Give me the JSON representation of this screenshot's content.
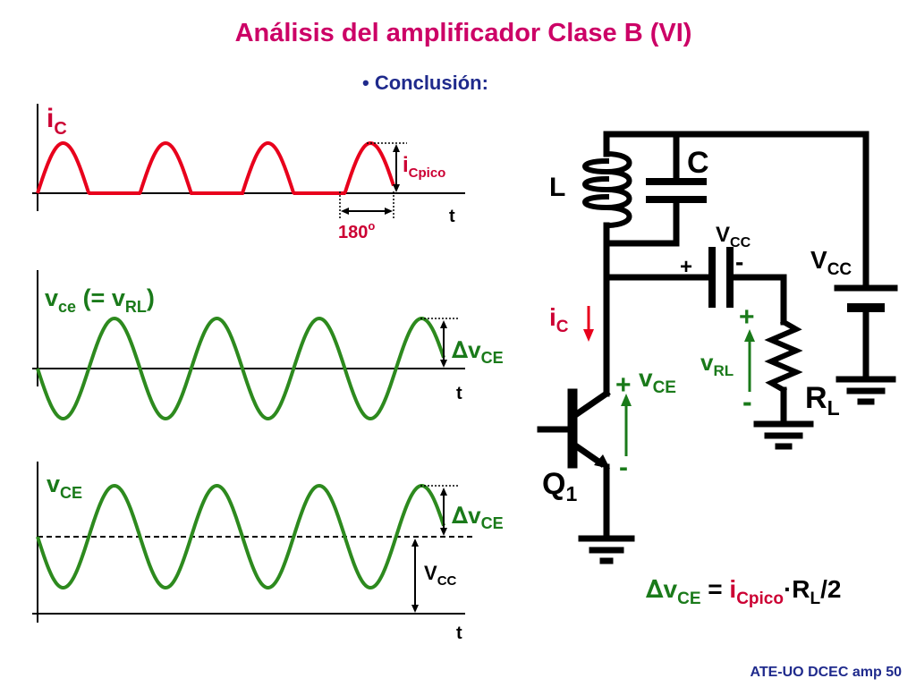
{
  "slide": {
    "title": "Análisis del amplificador Clase B (VI)",
    "bullet": "• Conclusión:",
    "footer": "ATE-UO DCEC amp 50"
  },
  "graph_ic": {
    "label_main": "i",
    "label_sub": "C",
    "peak_main": "i",
    "peak_sub": "Cpico",
    "angle": "180",
    "angle_sup": "o",
    "t": "t"
  },
  "graph_vce_ac": {
    "label_main": "v",
    "label_sub": "ce",
    "label_mid": " (= v",
    "label_sub2": "RL",
    "label_end": ")",
    "delta": "∆",
    "delta_main": "v",
    "delta_sub": "CE",
    "t": "t"
  },
  "graph_vce_dc": {
    "label_main": "v",
    "label_sub": "CE",
    "delta": "∆",
    "delta_main": "v",
    "delta_sub": "CE",
    "vcc_main": "V",
    "vcc_sub": "CC",
    "t": "t"
  },
  "circuit": {
    "inductor": "L",
    "capacitor": "C",
    "cap_vcc_main": "V",
    "cap_vcc_sub": "CC",
    "cap_plus": "+",
    "cap_minus": "-",
    "supply_main": "V",
    "supply_sub": "CC",
    "ic_main": "i",
    "ic_sub": "C",
    "vce_plus": "+",
    "vce_main": "v",
    "vce_sub": "CE",
    "vce_minus": "-",
    "vrl_plus": "+",
    "vrl_main": "v",
    "vrl_sub": "RL",
    "vrl_minus": "-",
    "load_main": "R",
    "load_sub": "L",
    "transistor_main": "Q",
    "transistor_sub": "1"
  },
  "formula": {
    "delta": "∆",
    "v": "v",
    "v_sub": "CE",
    "eq": " = ",
    "i": "i",
    "i_sub": "Cpico",
    "dot_r": "·R",
    "r_sub": "L",
    "div": "/2"
  },
  "colors": {
    "title": "#cc0066",
    "text_blue": "#1f2a8c",
    "red_wave": "#e8001c",
    "green_wave": "#2d8a1e",
    "green_label": "#1a7a1a",
    "red_label": "#cc0033"
  }
}
